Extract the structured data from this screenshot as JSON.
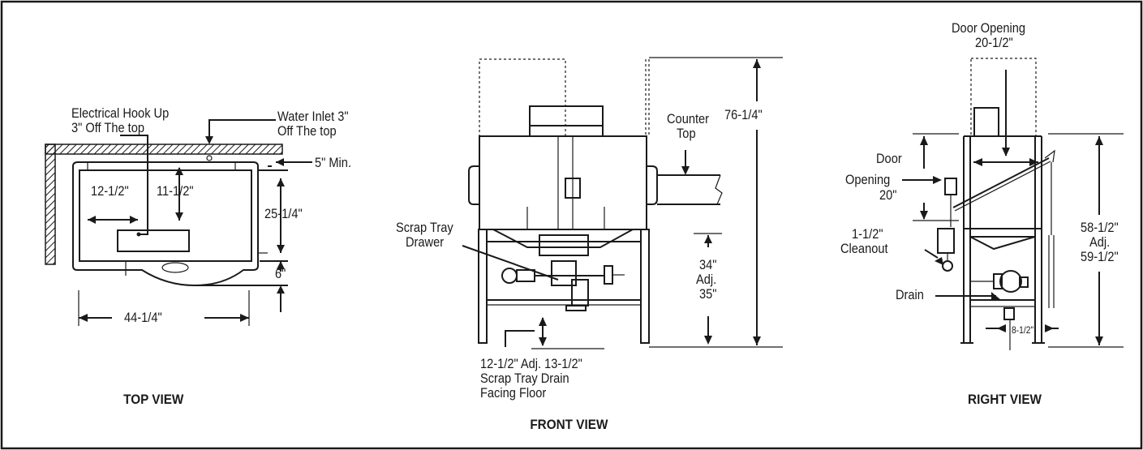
{
  "top_view": {
    "title": "TOP VIEW",
    "electrical": [
      "Electrical Hook Up",
      "3\" Off The top"
    ],
    "water": [
      "Water Inlet 3\"",
      "Off The top"
    ],
    "min5": "5\" Min.",
    "d12": "12-1/2\"",
    "d11": "11-1/2\"",
    "d25": "25-1/4\"",
    "d6": "6\"",
    "d44": "44-1/4\""
  },
  "front_view": {
    "title": "FRONT VIEW",
    "counter": [
      "Counter",
      "Top"
    ],
    "d76": "76-1/4\"",
    "scrap": [
      "Scrap Tray",
      "Drawer"
    ],
    "d34": [
      "34\"",
      "Adj.",
      "35\""
    ],
    "drain_note": [
      "12-1/2\" Adj. 13-1/2\"",
      "Scrap Tray Drain",
      "Facing Floor"
    ]
  },
  "right_view": {
    "title": "RIGHT VIEW",
    "door_top": [
      "Door Opening",
      "20-1/2\""
    ],
    "door_side": [
      "Door",
      "Opening",
      "20\""
    ],
    "cleanout": [
      "1-1/2\"",
      "Cleanout"
    ],
    "drain": "Drain",
    "d8": "8-1/2\"",
    "d58": [
      "58-1/2\"",
      "Adj.",
      "59-1/2\""
    ]
  }
}
